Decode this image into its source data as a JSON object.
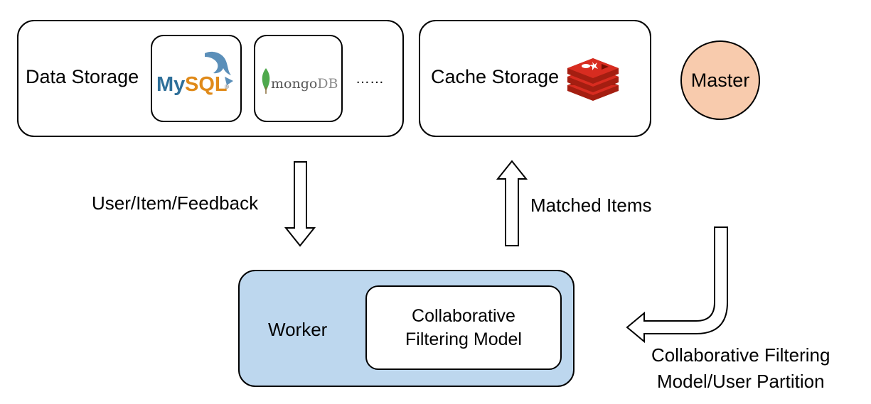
{
  "data_storage": {
    "label": "Data Storage",
    "mysql_logo_text": "MySQL",
    "mongodb_logo_text": "mongoDB",
    "more": "……"
  },
  "cache_storage": {
    "label": "Cache Storage",
    "logo": "redis-logo"
  },
  "master": {
    "label": "Master",
    "fill_color": "#f8cbad"
  },
  "worker": {
    "label": "Worker",
    "fill_color": "#bdd7ee",
    "model_line1": "Collaborative",
    "model_line2": "Filtering Model"
  },
  "edges": {
    "user_item_feedback": "User/Item/Feedback",
    "matched_items": "Matched Items",
    "cf_partition_line1": "Collaborative Filtering",
    "cf_partition_line2": "Model/User Partition"
  }
}
